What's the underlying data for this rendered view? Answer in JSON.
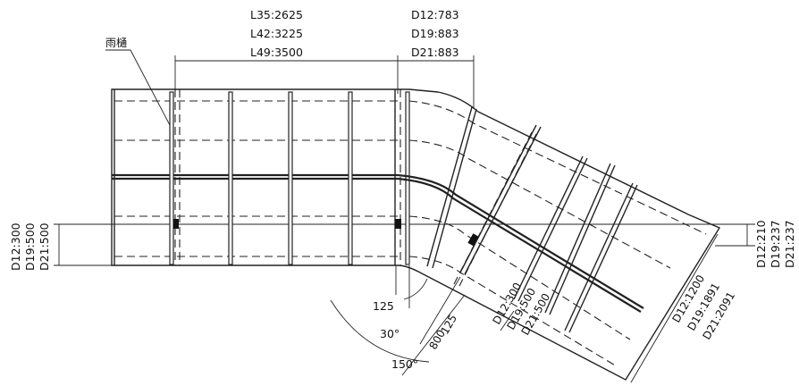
{
  "labels": {
    "gutter": "雨樋",
    "top_left_dims": [
      "L35:2625",
      "L42:3225",
      "L49:3500"
    ],
    "top_right_dims": [
      "D12:783",
      "D19:883",
      "D21:883"
    ],
    "left_dims": [
      "D12:300",
      "D19:500",
      "D21:500"
    ],
    "right_dims": [
      "D12:210",
      "D19:237",
      "D21:237"
    ],
    "diag_mid_dims": [
      "D12:300",
      "D19:500",
      "D21:500"
    ],
    "diag_right_dims": [
      "D12:1200",
      "D19:1891",
      "D21:2091"
    ],
    "dim_125_a": "125",
    "dim_125_b": "125",
    "dim_800": "800",
    "angle_30": "30°",
    "angle_150": "150°"
  }
}
